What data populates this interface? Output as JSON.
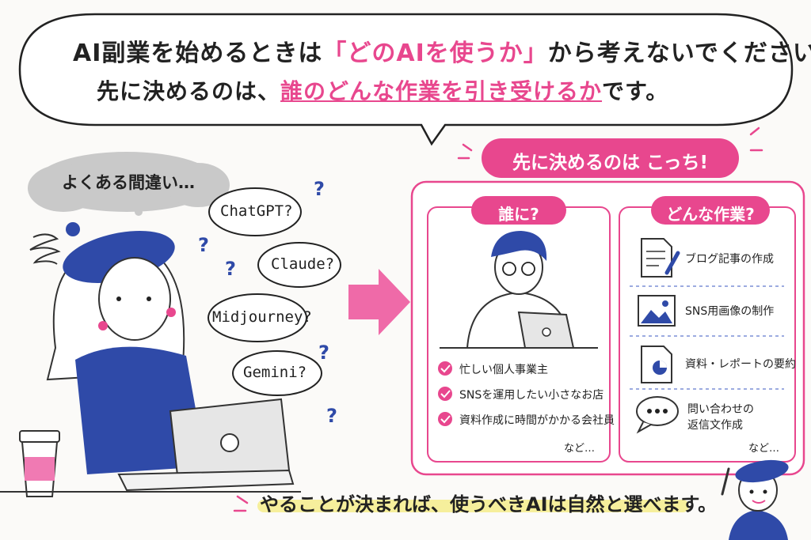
{
  "top_bubble": {
    "line1_pre": "AI副業を始めるときは",
    "line1_highlight": "「どのAIを使うか」",
    "line1_post": "から考えないでください。",
    "line2_pre": "先に決めるのは、",
    "line2_highlight": "誰のどんな作業を引き受けるか",
    "line2_post": "です。"
  },
  "mistake_bubble": "よくある間違い…",
  "ai_clouds": [
    "ChatGPT?",
    "Claude?",
    "Midjourney?",
    "Gemini?"
  ],
  "right_header": "先に決めるのは こっち!",
  "who_panel": {
    "title": "誰に?",
    "items": [
      "忙しい個人事業主",
      "SNSを運用したい小さなお店",
      "資料作成に時間がかかる会社員"
    ],
    "more": "など…"
  },
  "task_panel": {
    "title": "どんな作業?",
    "items": [
      {
        "icon": "document-pen-icon",
        "label": "ブログ記事の作成"
      },
      {
        "icon": "image-icon",
        "label": "SNS用画像の制作"
      },
      {
        "icon": "report-chart-icon",
        "label": "資料・レポートの要約"
      },
      {
        "icon": "chat-bubble-icon",
        "label": "問い合わせの\n返信文作成"
      }
    ],
    "more": "など…"
  },
  "bottom_message": "やることが決まれば、使うべきAIは自然と選べます。",
  "colors": {
    "pink": "#e8478e",
    "blue": "#2f4aa8",
    "highlight": "#f6ef9c"
  }
}
